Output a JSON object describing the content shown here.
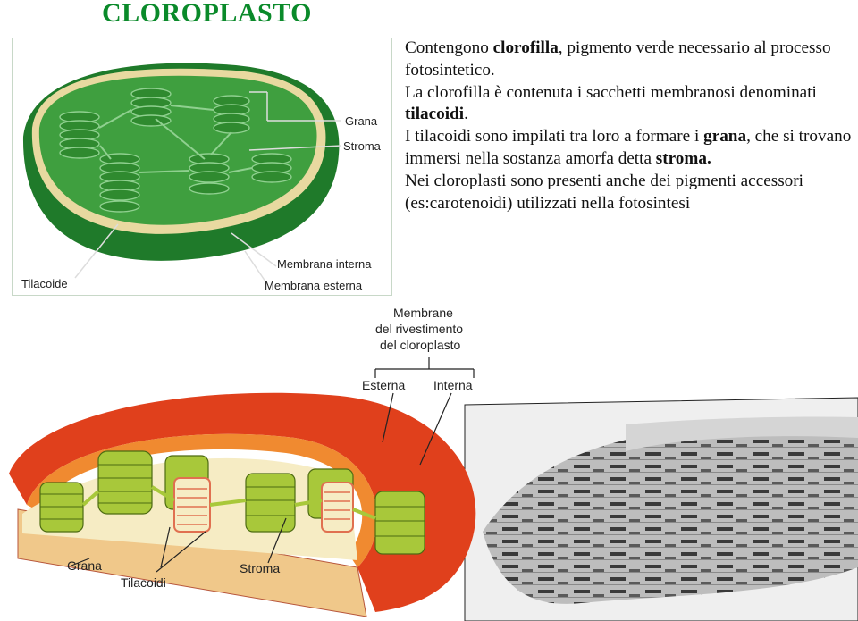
{
  "title": "CLOROPLASTO",
  "figure_top": {
    "labels": {
      "grana": "Grana",
      "stroma": "Stroma",
      "tilacoide": "Tilacoide",
      "membrana_interna": "Membrana interna",
      "membrana_esterna": "Membrana esterna"
    },
    "colors": {
      "outer": "#2f8f2f",
      "inner": "#3ea93e",
      "stroma": "#4cb84c",
      "disc": "#66c266"
    }
  },
  "paragraphs": [
    {
      "parts": [
        {
          "text": "Contengono ",
          "bold": false
        },
        {
          "text": "clorofilla",
          "bold": true
        },
        {
          "text": ", pigmento verde necessario al processo fotosintetico.",
          "bold": false
        }
      ]
    },
    {
      "parts": [
        {
          "text": "La clorofilla è contenuta i sacchetti membranosi denominati ",
          "bold": false
        },
        {
          "text": "tilacoidi",
          "bold": true
        },
        {
          "text": ".",
          "bold": false
        }
      ]
    },
    {
      "parts": [
        {
          "text": "I tilacoidi sono impilati tra loro a formare i ",
          "bold": false
        },
        {
          "text": "grana",
          "bold": true
        },
        {
          "text": ", che si trovano immersi nella sostanza amorfa detta ",
          "bold": false
        },
        {
          "text": "stroma.",
          "bold": true
        }
      ]
    },
    {
      "parts": [
        {
          "text": "Nei cloroplasti sono presenti anche dei pigmenti accessori (es:carotenoidi) utilizzati nella fotosintesi",
          "bold": false
        }
      ]
    }
  ],
  "figure_bottom": {
    "labels": {
      "membrane_line1": "Membrane",
      "membrane_line2": "del rivestimento",
      "membrane_line3": "del cloroplasto",
      "esterna": "Esterna",
      "interna": "Interna",
      "grana": "Grana",
      "stroma": "Stroma",
      "tilacoidi": "Tilacoidi"
    },
    "colors": {
      "outer": "#e0401c",
      "rim": "#f08a30",
      "granum": "#a8c83a",
      "stroma_bg": "#f3e9c0"
    }
  }
}
